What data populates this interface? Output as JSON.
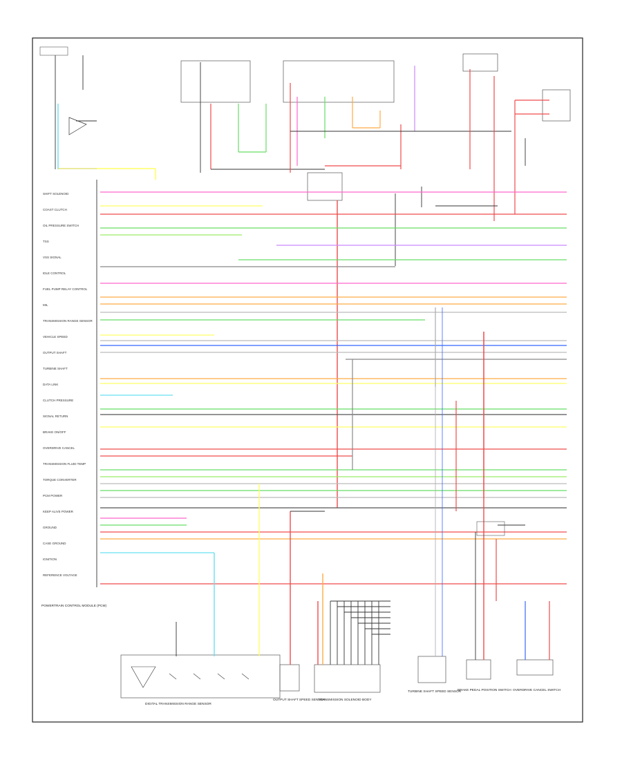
{
  "diagram": {
    "module_labels": [
      "SHIFT SOLENOID",
      "COAST CLUTCH",
      "OIL PRESSURE SWITCH",
      "TSS",
      "VSS SIGNAL",
      "IDLE CONTROL",
      "FUEL PUMP RELAY CONTROL",
      "MIL",
      "TRANSMISSION RANGE SENSOR",
      "VEHICLE SPEED",
      "OUTPUT SHAFT",
      "TURBINE SHAFT",
      "DATA LINK",
      "CLUTCH PRESSURE",
      "SIGNAL RETURN",
      "BRAKE ON/OFF",
      "OVERDRIVE CANCEL",
      "TRANSMISSION FLUID TEMP",
      "TORQUE CONVERTER",
      "PCM POWER",
      "KEEP ALIVE POWER",
      "GROUND",
      "CASE GROUND",
      "IGNITION",
      "REFERENCE VOLTAGE"
    ],
    "pcm_caption": "POWERTRAIN CONTROL MODULE (PCM)",
    "bottom_components": [
      "DIGITAL TRANSMISSION RANGE SENSOR",
      "OUTPUT SHAFT SPEED SENSOR",
      "TRANSMISSION SOLENOID BODY",
      "TURBINE SHAFT SPEED SENSOR",
      "BRAKE PEDAL POSITION SWITCH",
      "OVERDRIVE CANCEL SWITCH"
    ],
    "wire_colors": {
      "red": "#f04a4a",
      "pink": "#ff66cc",
      "yellow": "#ffff66",
      "green": "#66dd66",
      "blue": "#3366ff",
      "cyan": "#66e0f0",
      "orange": "#ffaa44",
      "gray": "#888888",
      "light_green": "#99ee66",
      "violet": "#cc88ff"
    }
  }
}
